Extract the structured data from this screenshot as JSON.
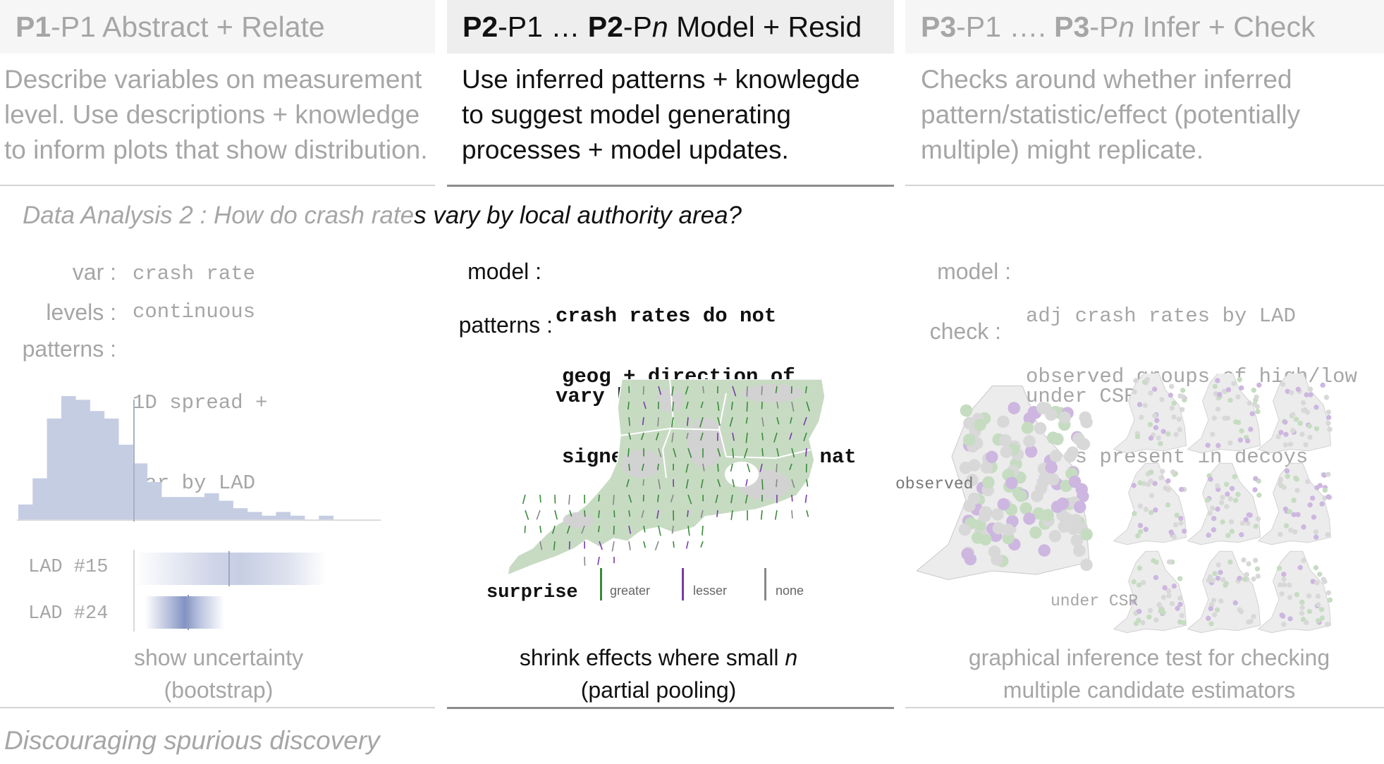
{
  "columns": [
    {
      "prefix_bold": "P1",
      "prefix_rest": "-P1 Abstract + Relate",
      "description": [
        "Describe variables on measurement",
        "level. Use descriptions + knowledge",
        "to inform plots that show distribution."
      ]
    },
    {
      "prefix_bold": "P2",
      "prefix_mid": "-P1 … ",
      "prefix_bold2": "P2",
      "prefix_rest": "-P",
      "prefix_italic": "n",
      "prefix_tail": " Model + Resid",
      "description": [
        "Use inferred patterns + knowlegde",
        "to suggest model generating",
        "processes + model updates."
      ]
    },
    {
      "prefix_bold": "P3",
      "prefix_mid": "-P1 …. ",
      "prefix_bold2": "P3",
      "prefix_rest": "-P",
      "prefix_italic": "n",
      "prefix_tail": "  Infer + Check",
      "description": [
        "Checks around whether inferred",
        "pattern/statistic/effect (potentially",
        "multiple) might replicate."
      ]
    }
  ],
  "question": {
    "prefix": "Data Analysis 2 : How do crash rate",
    "suffix": "s vary by local authority area?"
  },
  "panel1": {
    "var_label": "var :",
    "var_value": "crash rate",
    "levels_label": "levels :",
    "levels_value": "continuous",
    "patterns_label": "patterns :",
    "patterns_value": [
      "1D spread +",
      "var by LAD"
    ],
    "lad_labels": [
      "LAD #15",
      "LAD #24"
    ],
    "caption": [
      "show uncertainty",
      "(bootstrap)"
    ],
    "histogram": [
      4,
      11,
      27,
      33,
      32,
      29,
      27,
      20,
      15,
      10,
      6,
      6,
      6,
      7,
      5,
      3,
      2,
      1,
      2,
      1,
      0,
      1
    ]
  },
  "panel2": {
    "model_label": "model :",
    "model_value": [
      "crash rates do not",
      "vary by LAD location"
    ],
    "patterns_label": "patterns :",
    "patterns_value": [
      "geog + direction of",
      "signed ‘surprise’ vs nat"
    ],
    "legend_title": "surprise",
    "legend_items": [
      {
        "label": "greater",
        "color": "#3a8a3a"
      },
      {
        "label": "lesser",
        "color": "#7a3aa8"
      },
      {
        "label": "none",
        "color": "#888888"
      }
    ],
    "map_fill": "#c7dbc3",
    "caption_prefix": "shrink effects where small ",
    "caption_italic": "n",
    "caption_line2": "(partial pooling)"
  },
  "panel3": {
    "model_label": "model :",
    "model_value": [
      "adj crash rates by LAD",
      "under CSR"
    ],
    "check_label": "check :",
    "check_value": [
      "observed groups of high/low",
      "rates present in decoys"
    ],
    "observed_label": "observed",
    "under_label": "under CSR",
    "caption": [
      "graphical inference test for checking",
      "multiple candidate estimators"
    ]
  },
  "footer": "Discouraging spurious discovery",
  "colors": {
    "grey_text": "#a6a6a6",
    "dark_text": "#111111",
    "highlight_bg": "#eeeeee",
    "hist_fill": "#c5cde3",
    "rule_grey": "#d4d4d4",
    "rule_dark": "#8c8c8c"
  }
}
